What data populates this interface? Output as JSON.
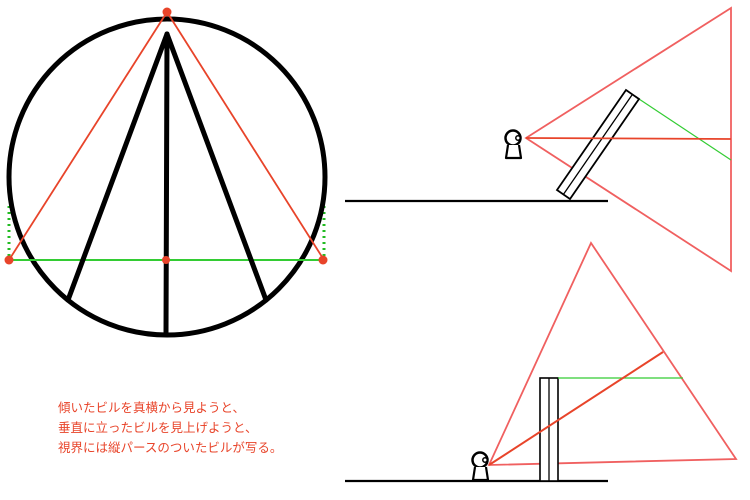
{
  "caption": {
    "lines": [
      "傾いたビルを真横から見ようと、",
      "垂直に立ったビルを見上げようと、",
      "視界には縦パースのついたビルが写る。"
    ]
  },
  "colors": {
    "outline": "#000000",
    "view_cone": "#f06060",
    "sight_line": "#e8442a",
    "horizontal_line": "#33cc33",
    "dotted_marker": "#22bb22",
    "caption_text": "#e8442a"
  },
  "figures": {
    "circle_view": "circle-with-building-perspective",
    "tilted_view": "tilted-building-side-view",
    "upward_view": "vertical-building-upward-view"
  }
}
